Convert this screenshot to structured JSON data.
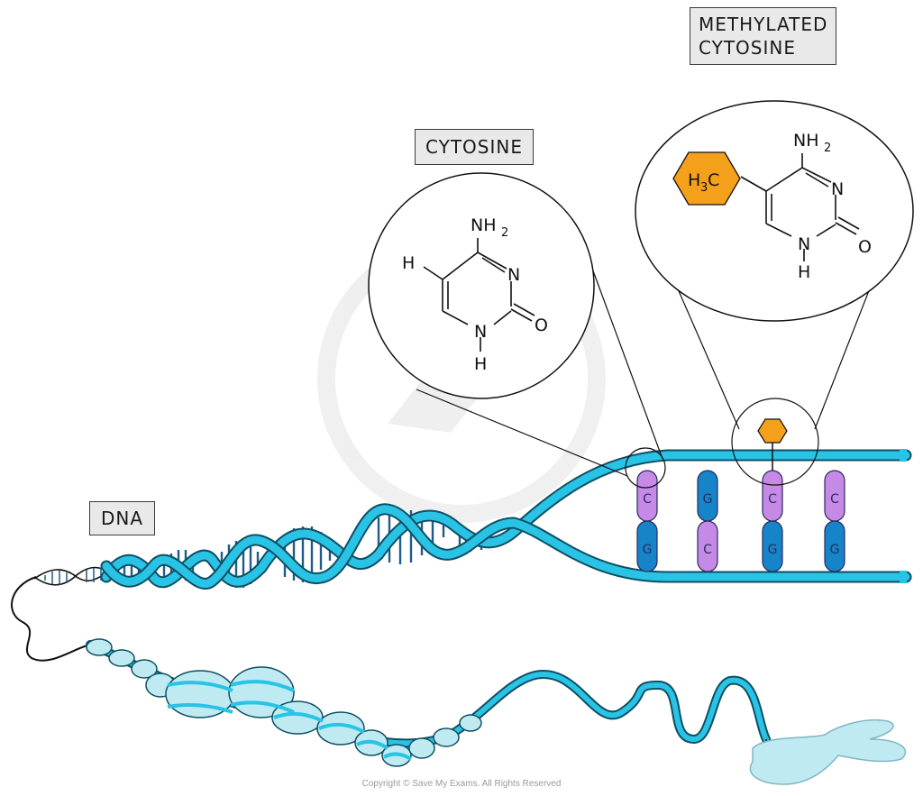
{
  "labels": {
    "dna": "DNA",
    "cytosine": "CYTOSINE",
    "methylated_cytosine": "METHYLATED\nCYTOSINE"
  },
  "cytosine_structure": {
    "nh2": "NH",
    "nh2_sub": "2",
    "n_ring": "N",
    "o": "O",
    "nh": "N",
    "h_bottom": "H",
    "h_side": "H"
  },
  "methyl_structure": {
    "nh2": "NH",
    "nh2_sub": "2",
    "n_ring": "N",
    "o": "O",
    "nh": "N",
    "h_bottom": "H",
    "methyl_h": "H",
    "methyl_sub": "3",
    "methyl_c": "C"
  },
  "base_pairs": [
    {
      "top": "C",
      "bottom": "G"
    },
    {
      "top": "G",
      "bottom": "C"
    },
    {
      "top": "C",
      "bottom": "G"
    },
    {
      "top": "C",
      "bottom": "G"
    }
  ],
  "colors": {
    "strand": "#29c3e6",
    "strand_outline": "#0e4f63",
    "cytosine": "#c58ae6",
    "guanine": "#1684c9",
    "methyl": "#f5a01a",
    "nucleosome": "#bfeaf2"
  },
  "copyright": "Copyright © Save My Exams. All Rights Reserved"
}
